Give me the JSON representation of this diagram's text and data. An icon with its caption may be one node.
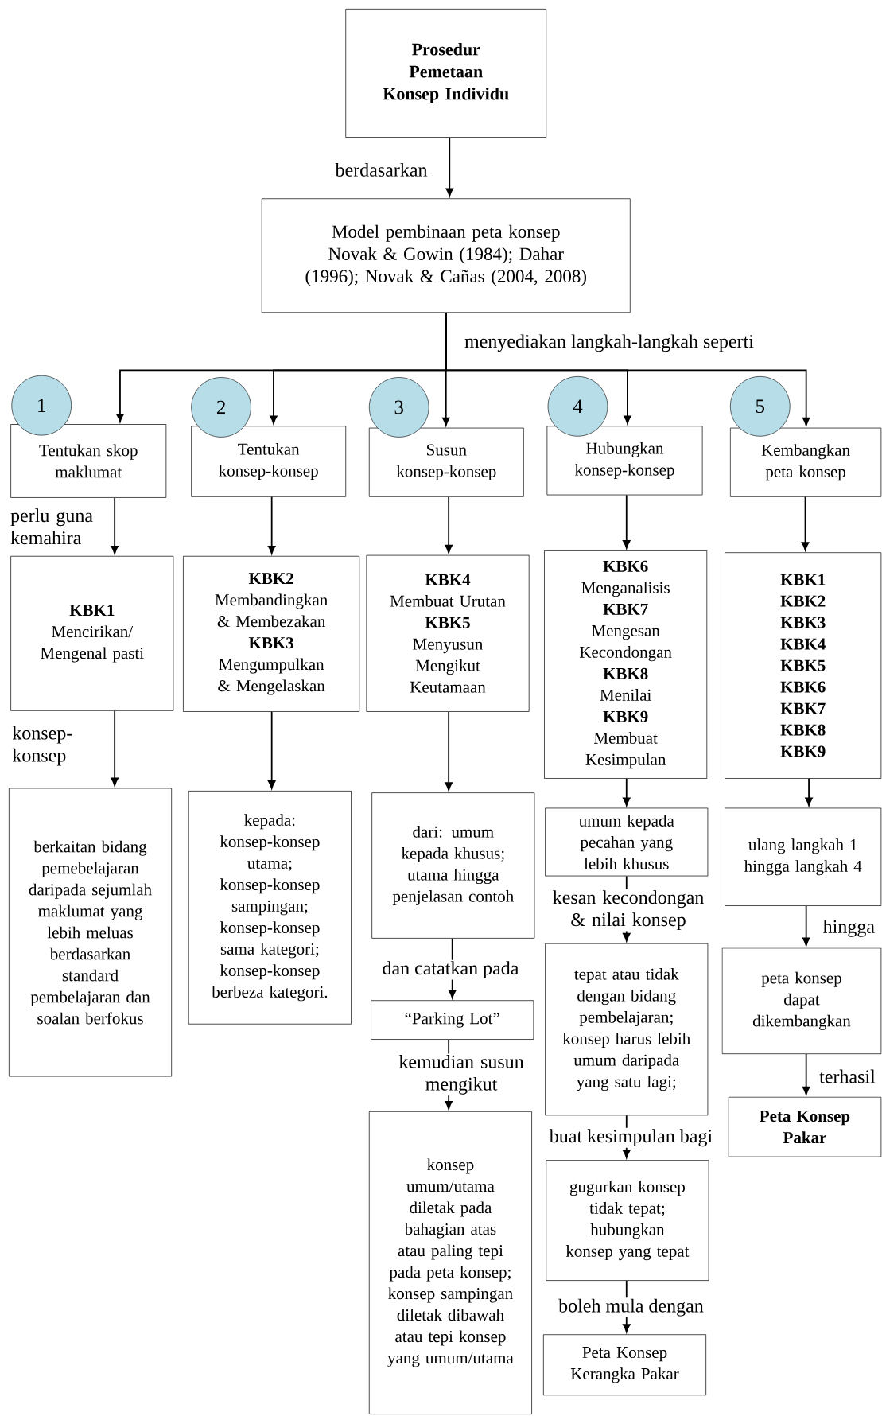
{
  "diagram": {
    "nodes": [
      {
        "text": [
          "Prosedur Pemetaan Konsep Individu"
        ]
      },
      {
        "text": [
          "Model pembinaan peta konsep Novak & Gowin (1984); Dahar (1996); Novak & Cañas (2004, 2008)"
        ]
      },
      {
        "text": [
          "1"
        ]
      },
      {
        "text": [
          "2"
        ]
      },
      {
        "text": [
          "3"
        ]
      },
      {
        "text": [
          "4"
        ]
      },
      {
        "text": [
          "5"
        ]
      },
      {
        "text": [
          "Tentukan skop maklumat"
        ]
      },
      {
        "text": [
          "Tentukan konsep-konsep"
        ]
      },
      {
        "text": [
          "Susun konsep-konsep"
        ]
      },
      {
        "text": [
          "Hubungkan konsep-konsep"
        ]
      },
      {
        "text": [
          "Kembangkan peta konsep"
        ]
      },
      {
        "text": [
          "KBK1",
          "Mencirikan/ Mengenal pasti"
        ]
      },
      {
        "text": [
          "KBK2",
          "Membandingkan & Membezakan",
          "KBK3",
          "Mengumpulkan & Mengelaskan"
        ]
      },
      {
        "text": [
          "KBK4",
          "Membuat Urutan",
          "KBK5",
          "Menyusun Mengikut Keutamaan"
        ]
      },
      {
        "text": [
          "KBK6",
          "Menganalisis",
          "KBK7",
          "Mengesan Kecondongan",
          "KBK8",
          "Menilai",
          "KBK9",
          "Membuat Kesimpulan"
        ]
      },
      {
        "text": [
          "KBK1",
          "KBK2",
          "KBK3",
          "KBK4",
          "KBK5",
          "KBK6",
          "KBK7",
          "KBK8",
          "KBK9"
        ]
      },
      {
        "text": [
          "berkaitan bidang pemebelajaran daripada sejumlah maklumat yang lebih meluas berdasarkan standard pembelajaran dan soalan berfokus"
        ]
      },
      {
        "text": [
          "kepada: konsep-konsep utama; konsep-konsep sampingan; konsep-konsep sama kategori; konsep-konsep berbeza kategori."
        ]
      },
      {
        "text": [
          "dari: umum kepada khusus; utama hingga penjelasan contoh"
        ]
      },
      {
        "text": [
          "umum kepada pecahan yang lebih khusus"
        ]
      },
      {
        "text": [
          "ulang langkah 1 hingga langkah 4"
        ]
      },
      {
        "text": [
          "“Parking Lot”"
        ]
      },
      {
        "text": [
          "konsep umum/utama diletak pada bahagian atas atau paling tepi pada peta konsep; konsep sampingan diletak dibawah atau tepi konsep yang umum/utama"
        ]
      },
      {
        "text": [
          "tepat atau tidak dengan bidang pembelajaran; konsep harus lebih umum daripada yang satu lagi;"
        ]
      },
      {
        "text": [
          "gugurkan konsep tidak tepat; hubungkan konsep yang tepat"
        ]
      },
      {
        "text": [
          "Peta Konsep Kerangka Pakar"
        ]
      },
      {
        "text": [
          "peta konsep dapat dikembangkan"
        ]
      },
      {
        "text": [
          "Peta Konsep Pakar"
        ]
      }
    ],
    "edges": [
      {
        "from": 0,
        "to": 1,
        "arrow": "to",
        "label": "berdasarkan"
      },
      {
        "from": 1,
        "to": 7,
        "arrow": "to"
      },
      {
        "from": 1,
        "to": 8,
        "arrow": "to"
      },
      {
        "from": 1,
        "to": 9,
        "arrow": "to",
        "label": "menyediakan langkah-langkah seperti"
      },
      {
        "from": 1,
        "to": 10,
        "arrow": "to"
      },
      {
        "from": 1,
        "to": 11,
        "arrow": "to"
      },
      {
        "from": 7,
        "to": 12,
        "arrow": "to",
        "label": "perlu guna kemahira"
      },
      {
        "from": 8,
        "to": 13,
        "arrow": "to"
      },
      {
        "from": 9,
        "to": 14,
        "arrow": "to"
      },
      {
        "from": 10,
        "to": 15,
        "arrow": "to"
      },
      {
        "from": 11,
        "to": 16,
        "arrow": "to"
      },
      {
        "from": 12,
        "to": 17,
        "arrow": "to",
        "label": "konsep-konsep"
      },
      {
        "from": 13,
        "to": 18,
        "arrow": "to"
      },
      {
        "from": 14,
        "to": 19,
        "arrow": "to"
      },
      {
        "from": 15,
        "to": 20,
        "arrow": "to"
      },
      {
        "from": 16,
        "to": 21,
        "arrow": "to"
      },
      {
        "from": 19,
        "to": 22,
        "arrow": "to",
        "label": "dan catatkan pada"
      },
      {
        "from": 22,
        "to": 23,
        "arrow": "to",
        "label": "kemudian susun mengikut"
      },
      {
        "from": 20,
        "to": 24,
        "arrow": "to",
        "label": "kesan kecondongan & nilai konsep"
      },
      {
        "from": 24,
        "to": 25,
        "arrow": "to",
        "label": "buat kesimpulan bagi"
      },
      {
        "from": 25,
        "to": 26,
        "arrow": "to",
        "label": "boleh mula dengan"
      },
      {
        "from": 21,
        "to": 27,
        "arrow": "to",
        "label": "hingga"
      },
      {
        "from": 27,
        "to": 28,
        "arrow": "to",
        "label": "terhasil"
      }
    ]
  }
}
